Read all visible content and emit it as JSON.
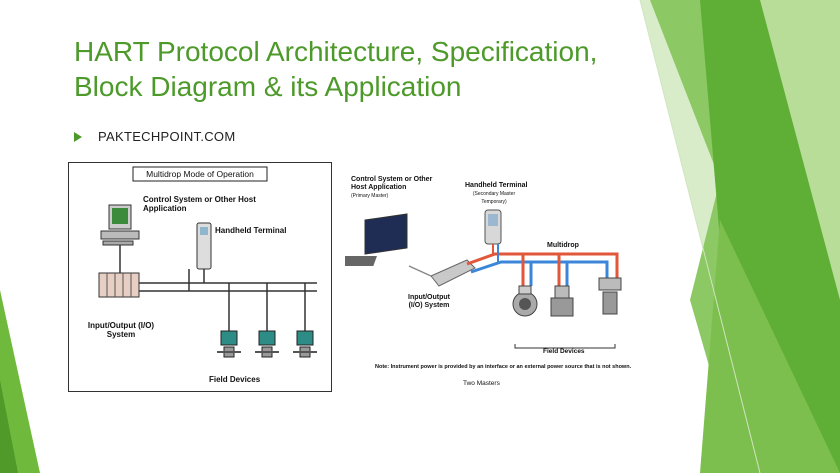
{
  "slide": {
    "title_line1": "HART Protocol Architecture, Specification,",
    "title_line2": "Block Diagram & its Application",
    "bullet": "PAKTECHPOINT.COM"
  },
  "diagram_left": {
    "heading": "Multidrop Mode of Operation",
    "host_line1": "Control System or Other Host",
    "host_line2": "Application",
    "handheld": "Handheld Terminal",
    "io_line1": "Input/Output (I/O)",
    "io_line2": "System",
    "field_devices": "Field Devices"
  },
  "diagram_right": {
    "host_line1": "Control System or Other",
    "host_line2": "Host Application",
    "host_line3": "(Primary Master)",
    "handheld_line1": "Handheld Terminal",
    "handheld_line2": "(Secondary Master",
    "handheld_line3": "Temporary)",
    "multidrop": "Multidrop",
    "io_line1": "Input/Output",
    "io_line2": "(I/O) System",
    "field_devices": "Field Devices",
    "note": "Note: Instrument power is provided by an interface or an external power source that is not shown.",
    "caption": "Two Masters"
  },
  "colors": {
    "accent": "#4d9a2a",
    "deco_green": "#6fba3c",
    "wire_red": "#e2563a",
    "wire_blue": "#3b86d8"
  }
}
